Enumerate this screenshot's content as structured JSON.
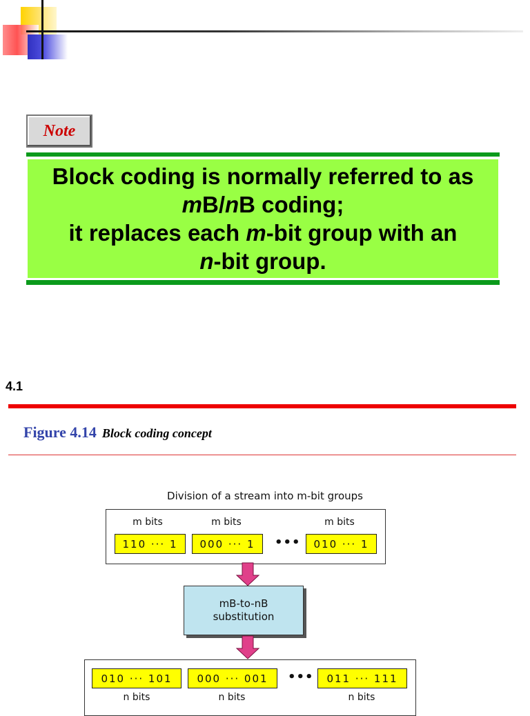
{
  "note": {
    "label": "Note",
    "lines": [
      "Block coding is normally referred to as",
      "mB/nB coding;",
      "it replaces each m-bit group with an",
      "n-bit group."
    ],
    "line2_parts": [
      "m",
      "B/",
      "n",
      "B coding;"
    ],
    "line3_parts": [
      "it replaces each ",
      "m",
      "-bit group with an"
    ],
    "line4_parts": [
      "n",
      "-bit group."
    ]
  },
  "slide_number": "4.1",
  "figure": {
    "number": "Figure 4.14",
    "title": "Block coding concept"
  },
  "diagram": {
    "title": "Division of a stream into m-bit groups",
    "top_group": {
      "labels": [
        "m bits",
        "m bits",
        "m bits"
      ],
      "cells": [
        "110 ··· 1",
        "000 ··· 1",
        "010 ··· 1"
      ],
      "ellipsis": "•••"
    },
    "substitution": {
      "line1": "mB-to-nB",
      "line2": "substitution"
    },
    "bottom_group": {
      "cells": [
        "010 ··· 101",
        "000 ··· 001",
        "011 ··· 111"
      ],
      "labels": [
        "n bits",
        "n bits",
        "n bits"
      ],
      "ellipsis": "•••"
    },
    "arrow_color": "#e0408a",
    "cell_color": "#ffff00",
    "box_color": "#bfe4ef"
  },
  "colors": {
    "note_green": "#99ff44",
    "note_rule": "#0b9a1b",
    "note_label_text": "#cc0000",
    "figure_number": "#3344aa",
    "red_rule": "#ee0000"
  }
}
